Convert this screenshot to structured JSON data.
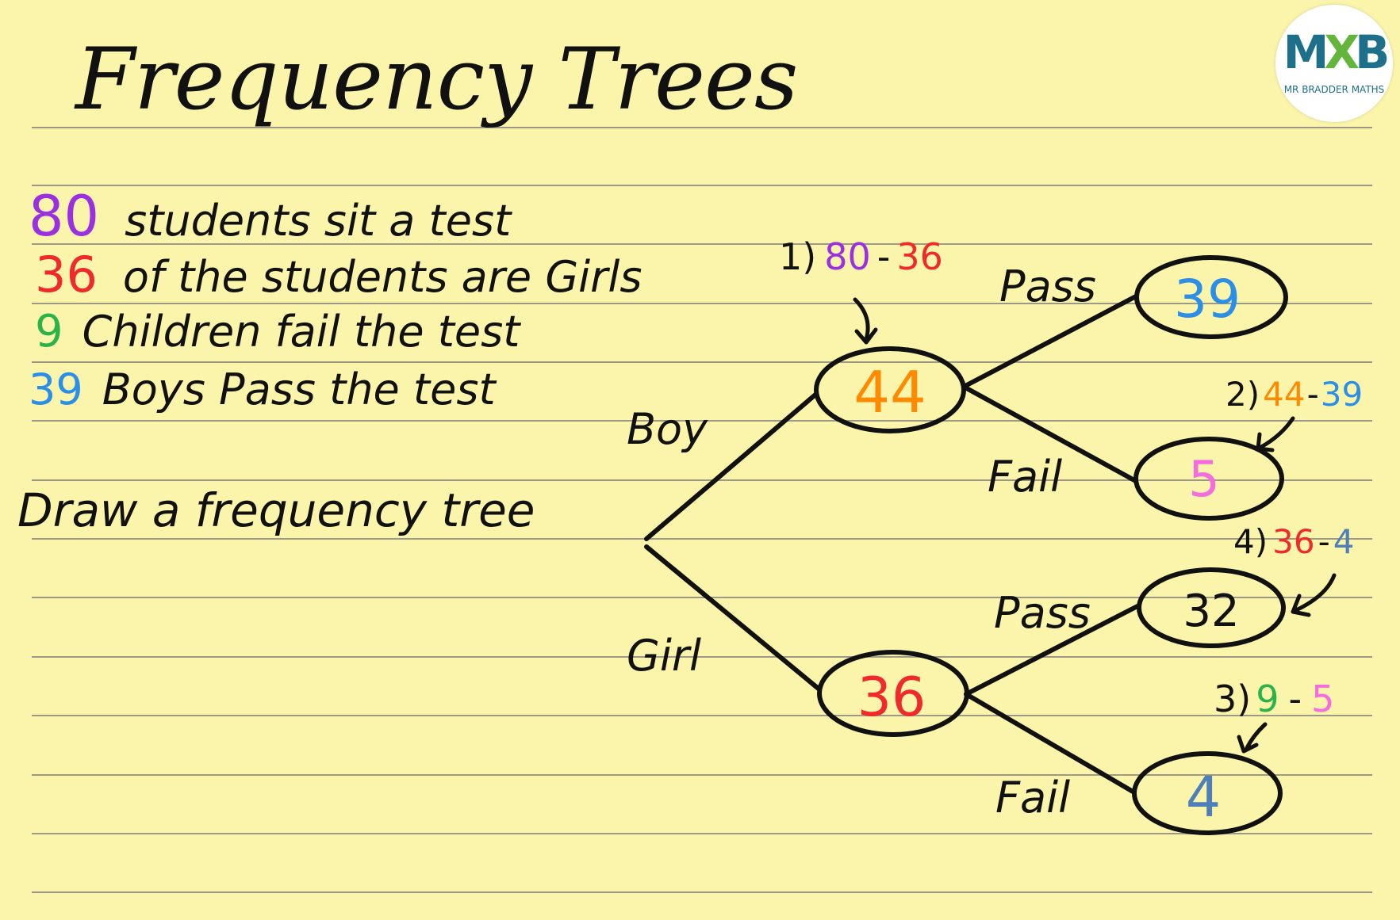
{
  "title": "Frequency Trees",
  "colors": {
    "paper": "#fbf5ac",
    "ink": "#111111",
    "purple": "#9b30e0",
    "red": "#f02a2a",
    "green": "#2bb34a",
    "blue": "#2b8fe8",
    "orange": "#ff8a00",
    "pink": "#f56be0",
    "steel": "#4f7fb8"
  },
  "problem": [
    {
      "value": "80",
      "color": "purple",
      "text": "students sit a test"
    },
    {
      "value": "36",
      "color": "red",
      "text": "of the students are Girls"
    },
    {
      "value": "9",
      "color": "green",
      "text": "Children fail the test"
    },
    {
      "value": "39",
      "color": "blue",
      "text": "Boys Pass the test"
    }
  ],
  "instruction": "Draw a frequency tree",
  "tree": {
    "branch_labels": {
      "boy": "Boy",
      "girl": "Girl",
      "boy_pass": "Pass",
      "boy_fail": "Fail",
      "girl_pass": "Pass",
      "girl_fail": "Fail"
    },
    "nodes": {
      "boy": "44",
      "girl": "36",
      "boy_pass": "39",
      "boy_fail": "5",
      "girl_pass": "32",
      "girl_fail": "4"
    }
  },
  "workings": [
    {
      "step": "1)",
      "a": "80",
      "op": "-",
      "b": "36"
    },
    {
      "step": "2)",
      "a": "44",
      "op": "-",
      "b": "39"
    },
    {
      "step": "3)",
      "a": "9",
      "op": "-",
      "b": "5"
    },
    {
      "step": "4)",
      "a": "36",
      "op": "-",
      "b": "4"
    }
  ],
  "logo": {
    "mark_left": "M",
    "mark_x": "X",
    "mark_right": "B",
    "subtitle": "MR BRADDER MATHS"
  }
}
